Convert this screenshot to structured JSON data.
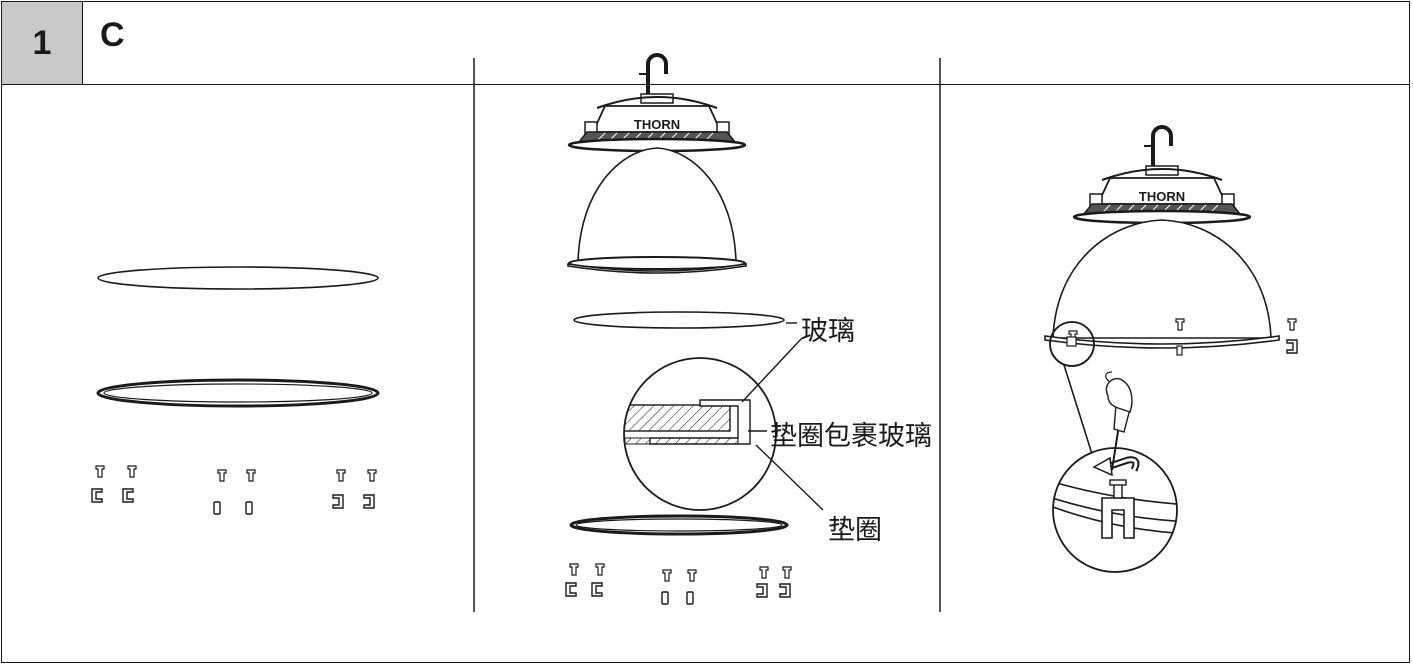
{
  "step": {
    "number": "1",
    "code": "C"
  },
  "logo_text": "THORN",
  "labels": {
    "glass": "玻璃",
    "gasket_wraps_glass": "垫圈包裹玻璃",
    "gasket": "垫圈"
  },
  "icons": {
    "rotate_arrow": "rotate-arrow-icon",
    "hand_screwdriver": "screwdriver-hand-icon"
  }
}
